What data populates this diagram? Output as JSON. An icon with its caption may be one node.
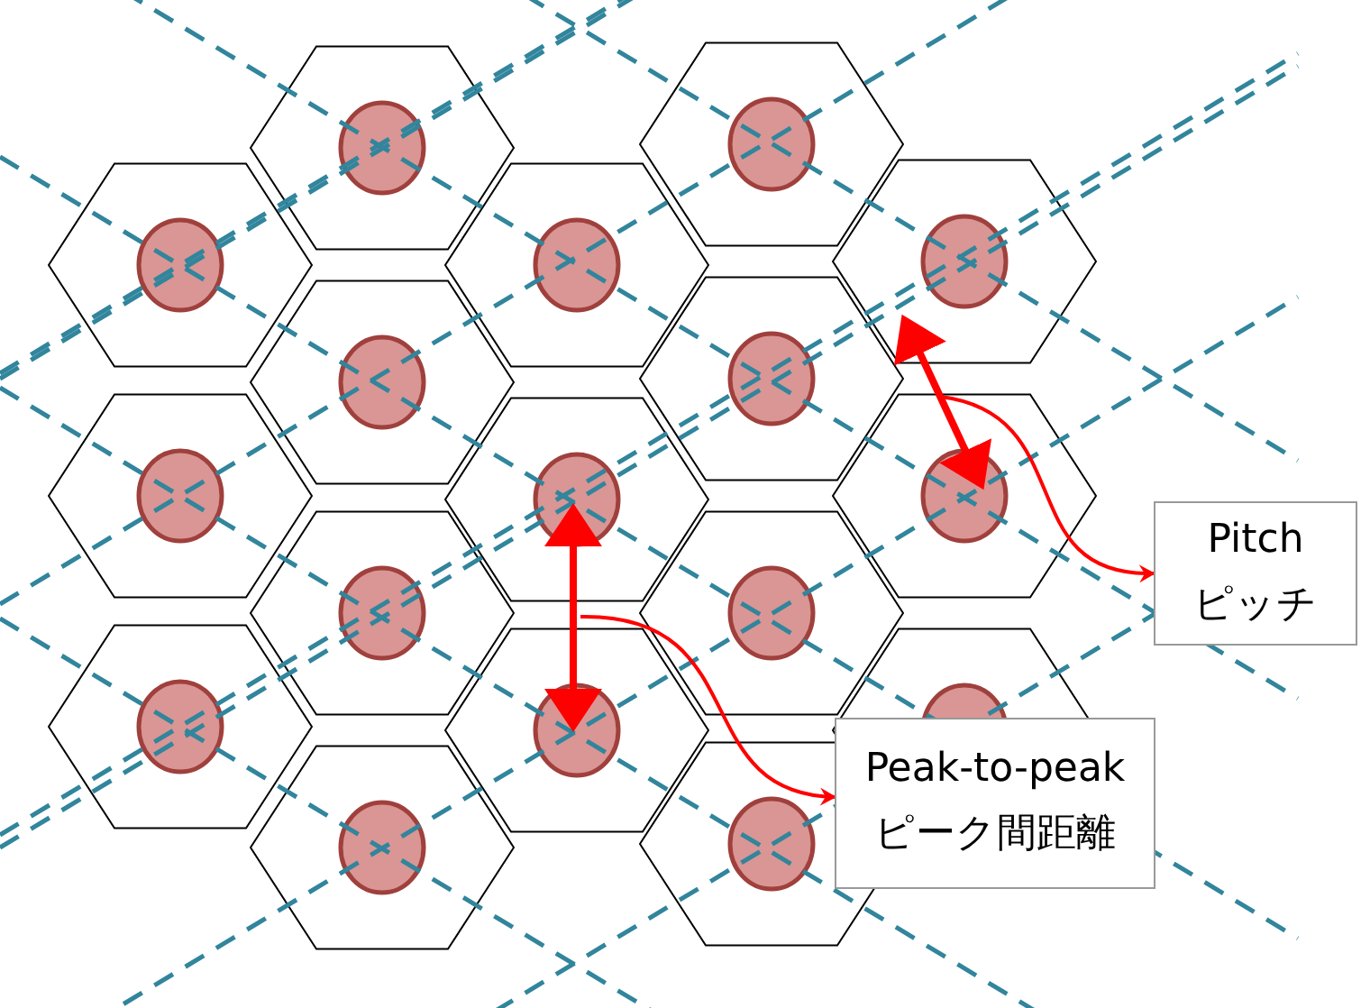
{
  "diagram": {
    "nodes": [
      {
        "text": [
          "Pitch",
          "ピッチ"
        ]
      },
      {
        "text": [
          "Peak-to-peak",
          "ピーク間距離"
        ]
      }
    ],
    "edges": [
      {
        "from": null,
        "to": 0,
        "arrow": "to",
        "color": "#ff0000"
      },
      {
        "from": null,
        "to": 1,
        "arrow": "to",
        "color": "#ff0000"
      }
    ]
  }
}
